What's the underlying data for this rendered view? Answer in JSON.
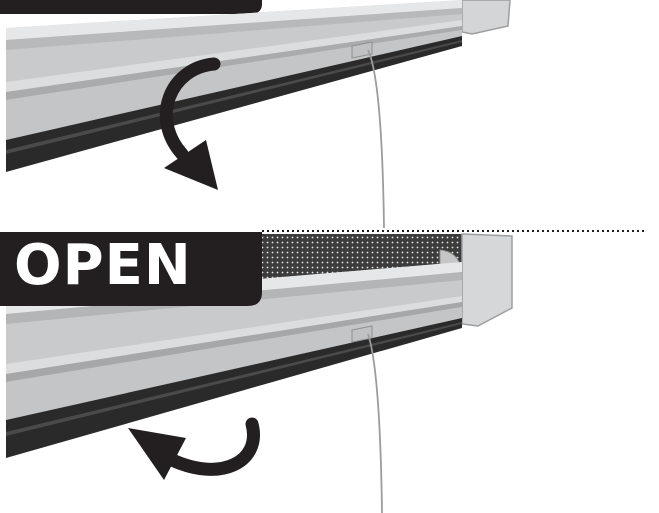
{
  "illustration": {
    "state_label": "OPEN",
    "colors": {
      "label_background": "#231f20",
      "label_text": "#ffffff",
      "frame": "#d9dadb",
      "frame_shadow": "#a7a9ab",
      "brush_strip": "#2a2a2a",
      "arrow": "#231f20",
      "divider": "#231f20"
    },
    "icons": [
      "rotate-down-arrow-icon",
      "rotate-up-arrow-icon",
      "pull-cord",
      "dotted-divider"
    ]
  }
}
